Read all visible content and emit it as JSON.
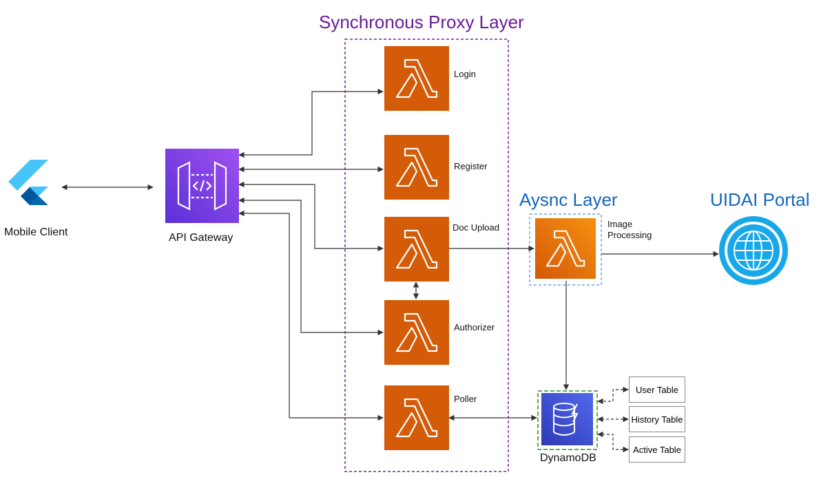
{
  "titles": {
    "sync_layer": "Synchronous Proxy Layer",
    "async_layer": "Aysnc Layer",
    "portal": "UIDAI Portal"
  },
  "nodes": {
    "mobile_client": "Mobile Client",
    "api_gateway": "API Gateway",
    "login": "Login",
    "register": "Register",
    "doc_upload": "Doc Upload",
    "authorizer": "Authorizer",
    "poller": "Poller",
    "image_processing_line1": "Image",
    "image_processing_line2": "Processing",
    "dynamodb": "DynamoDB"
  },
  "tables": [
    "User Table",
    "History Table",
    "Active Table"
  ],
  "icons": {
    "mobile_client": "flutter-logo-icon",
    "api_gateway": "api-gateway-icon",
    "lambda": "lambda-icon",
    "dynamodb": "dynamodb-icon",
    "portal": "globe-icon"
  },
  "colors": {
    "lambda_dark": "#d45b07",
    "lambda_light": "#f08b12",
    "api_gateway": "#7b3fe4",
    "dynamodb": "#3b48cc",
    "globe": "#16a8e9",
    "sync_border": "#7b1fa2",
    "async_border": "#64a6e8",
    "dynamo_border": "#2e8b2e"
  }
}
